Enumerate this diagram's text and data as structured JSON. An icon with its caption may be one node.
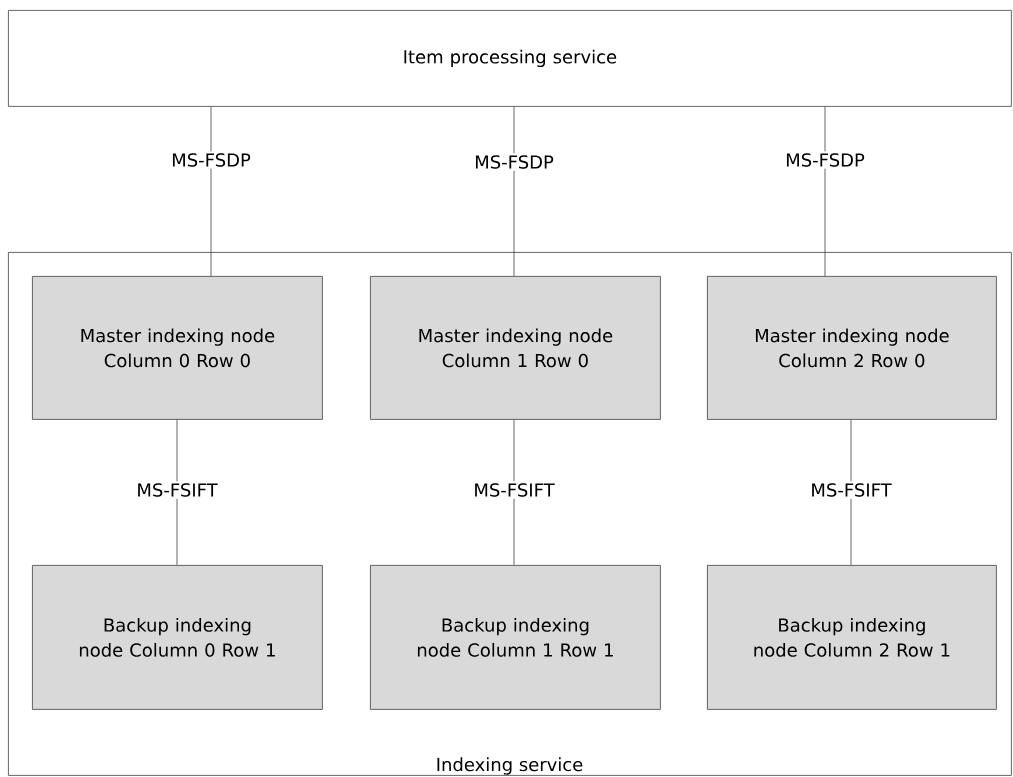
{
  "diagram": {
    "nodes": [
      {
        "text": [
          "Item processing service"
        ]
      },
      {
        "text": [
          "Indexing service"
        ]
      },
      {
        "text": [
          "Master indexing node Column 0 Row 0"
        ],
        "in": 1
      },
      {
        "text": [
          "Master indexing node Column 1 Row 0"
        ],
        "in": 1
      },
      {
        "text": [
          "Master indexing node Column 2 Row 0"
        ],
        "in": 1
      },
      {
        "text": [
          "Backup indexing node Column 0 Row 1"
        ],
        "in": 1
      },
      {
        "text": [
          "Backup indexing node Column 1 Row 1"
        ],
        "in": 1
      },
      {
        "text": [
          "Backup indexing node Column 2 Row 1"
        ],
        "in": 1
      }
    ],
    "edges": [
      {
        "from": 0,
        "to": 2,
        "arrow": "none",
        "label": "MS-FSDP"
      },
      {
        "from": 0,
        "to": 3,
        "arrow": "none",
        "label": "MS-FSDP"
      },
      {
        "from": 0,
        "to": 4,
        "arrow": "none",
        "label": "MS-FSDP"
      },
      {
        "from": 2,
        "to": 5,
        "arrow": "none",
        "label": "MS-FSIFT"
      },
      {
        "from": 3,
        "to": 6,
        "arrow": "none",
        "label": "MS-FSIFT"
      },
      {
        "from": 4,
        "to": 7,
        "arrow": "none",
        "label": "MS-FSIFT"
      }
    ]
  }
}
